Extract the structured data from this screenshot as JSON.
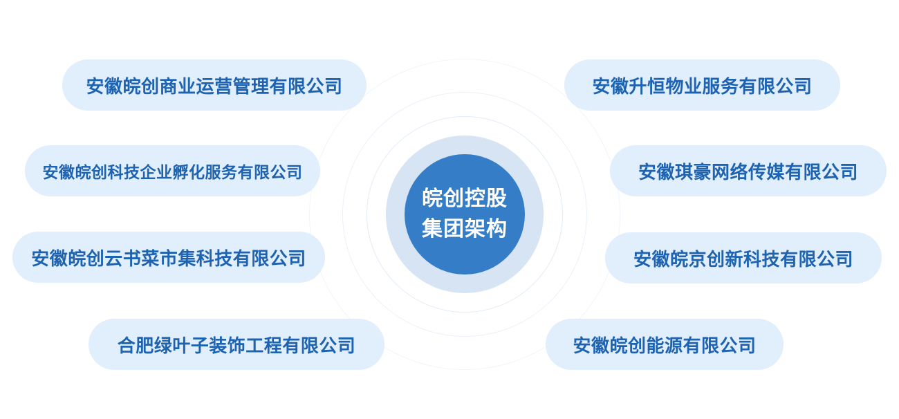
{
  "center": {
    "line1": "皖创控股",
    "line2": "集团架构"
  },
  "colors": {
    "core": "#357ec7",
    "halo": "#d6e4f3",
    "pill_bg": "#e1eefc",
    "pill_text": "#1e63b0"
  },
  "companies": {
    "left": [
      {
        "label": "安徽皖创商业运营管理有限公司"
      },
      {
        "label": "安徽皖创科技企业孵化服务有限公司"
      },
      {
        "label": "安徽皖创云书菜市集科技有限公司"
      },
      {
        "label": "合肥绿叶子装饰工程有限公司"
      }
    ],
    "right": [
      {
        "label": "安徽升恒物业服务有限公司"
      },
      {
        "label": "安徽琪豪网络传媒有限公司"
      },
      {
        "label": "安徽皖京创新科技有限公司"
      },
      {
        "label": "安徽皖创能源有限公司"
      }
    ]
  }
}
